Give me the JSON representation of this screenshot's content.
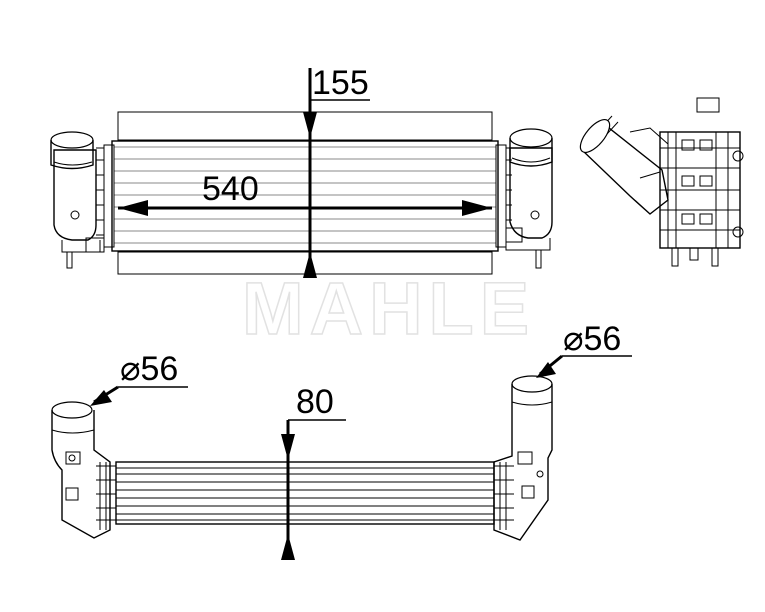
{
  "watermark": "MAHLE",
  "dimensions": {
    "top_height": "155",
    "top_width": "540",
    "bottom_depth": "80",
    "pipe_left": "⌀56",
    "pipe_right": "⌀56"
  }
}
